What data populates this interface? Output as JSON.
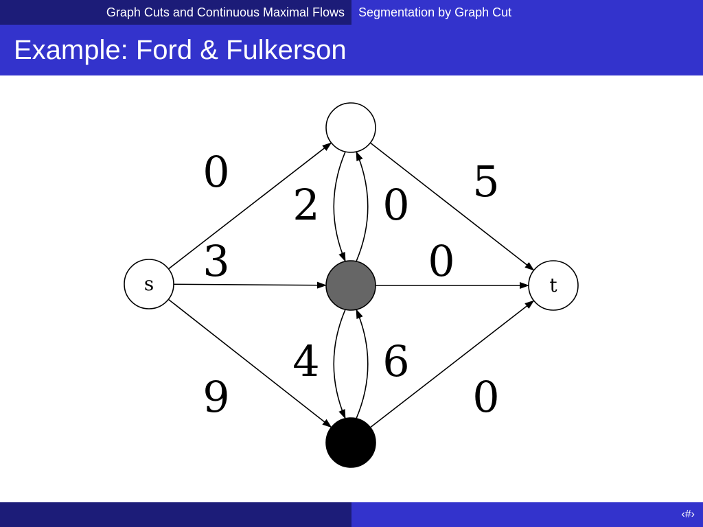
{
  "header": {
    "section": "Graph Cuts and Continuous Maximal Flows",
    "subsection": "Segmentation by Graph Cut"
  },
  "slide": {
    "title": "Example: Ford & Fulkerson"
  },
  "footer": {
    "page_marker": "‹#›"
  },
  "diagram": {
    "nodes": [
      {
        "id": "s",
        "label": "s",
        "fill": "#ffffff"
      },
      {
        "id": "top",
        "label": "",
        "fill": "#ffffff"
      },
      {
        "id": "mid",
        "label": "",
        "fill": "#666666"
      },
      {
        "id": "bot",
        "label": "",
        "fill": "#000000"
      },
      {
        "id": "t",
        "label": "t",
        "fill": "#ffffff"
      }
    ],
    "edges": [
      {
        "from": "s",
        "to": "top",
        "label": "0"
      },
      {
        "from": "s",
        "to": "mid",
        "label": "3"
      },
      {
        "from": "s",
        "to": "bot",
        "label": "9"
      },
      {
        "from": "top",
        "to": "mid",
        "label": "2"
      },
      {
        "from": "mid",
        "to": "top",
        "label": "0"
      },
      {
        "from": "top",
        "to": "t",
        "label": "5"
      },
      {
        "from": "mid",
        "to": "t",
        "label": "0"
      },
      {
        "from": "mid",
        "to": "bot",
        "label": "4"
      },
      {
        "from": "bot",
        "to": "mid",
        "label": "6"
      },
      {
        "from": "bot",
        "to": "t",
        "label": "0"
      }
    ]
  }
}
